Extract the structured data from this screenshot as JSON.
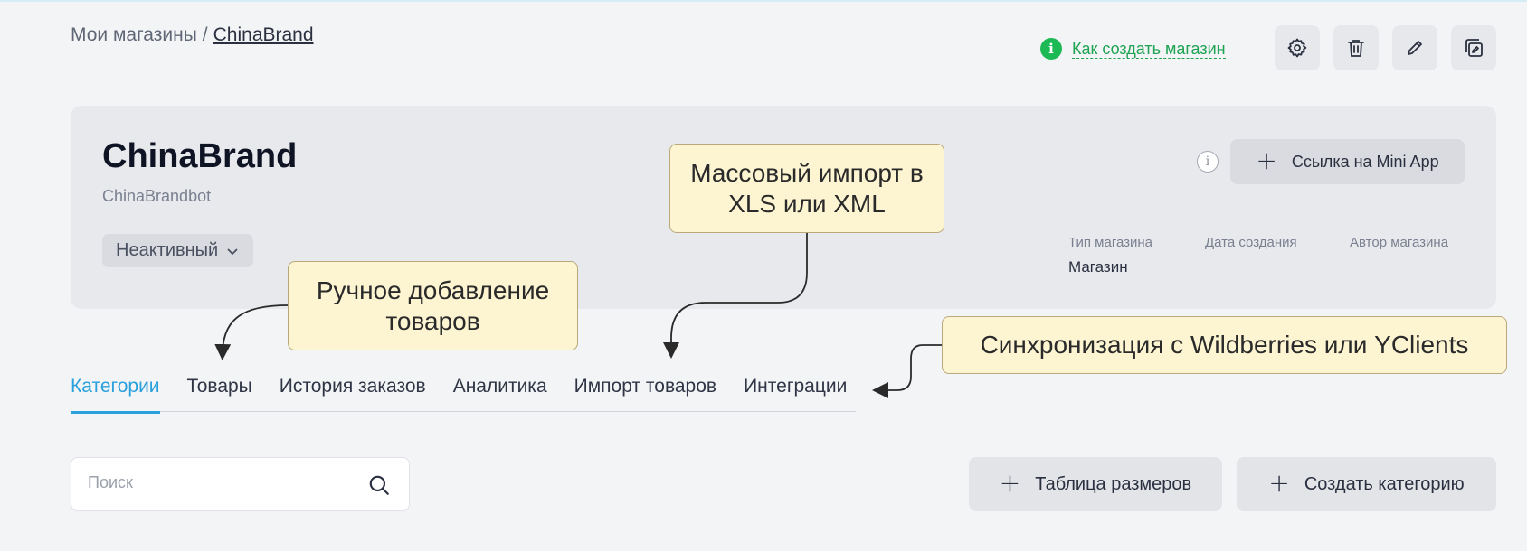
{
  "breadcrumb": {
    "parent": "Мои магазины",
    "separator": "/",
    "current": "ChinaBrand"
  },
  "help": {
    "icon": "i",
    "link": "Как создать магазин"
  },
  "shop": {
    "title": "ChinaBrand",
    "bot": "ChinaBrandbot",
    "status": "Неактивный",
    "mini_app_button": "Ссылка на Mini App",
    "info_icon": "i",
    "meta": {
      "type_label": "Тип магазина",
      "type_value": "Магазин",
      "created_label": "Дата создания",
      "author_label": "Автор магазина"
    }
  },
  "tabs": [
    "Категории",
    "Товары",
    "История заказов",
    "Аналитика",
    "Импорт товаров",
    "Интеграции"
  ],
  "active_tab": "Категории",
  "search": {
    "placeholder": "Поиск"
  },
  "actions": {
    "sizes_table": "Таблица размеров",
    "create_category": "Создать категорию"
  },
  "callouts": {
    "manual": "Ручное добавление товаров",
    "mass_import": "Массовый импорт в XLS или XML",
    "sync": "Синхронизация с Wildberries или YClients"
  },
  "colors": {
    "accent": "#2aa0dc",
    "help_green": "#1db954",
    "callout_bg": "#fdf5d2"
  }
}
